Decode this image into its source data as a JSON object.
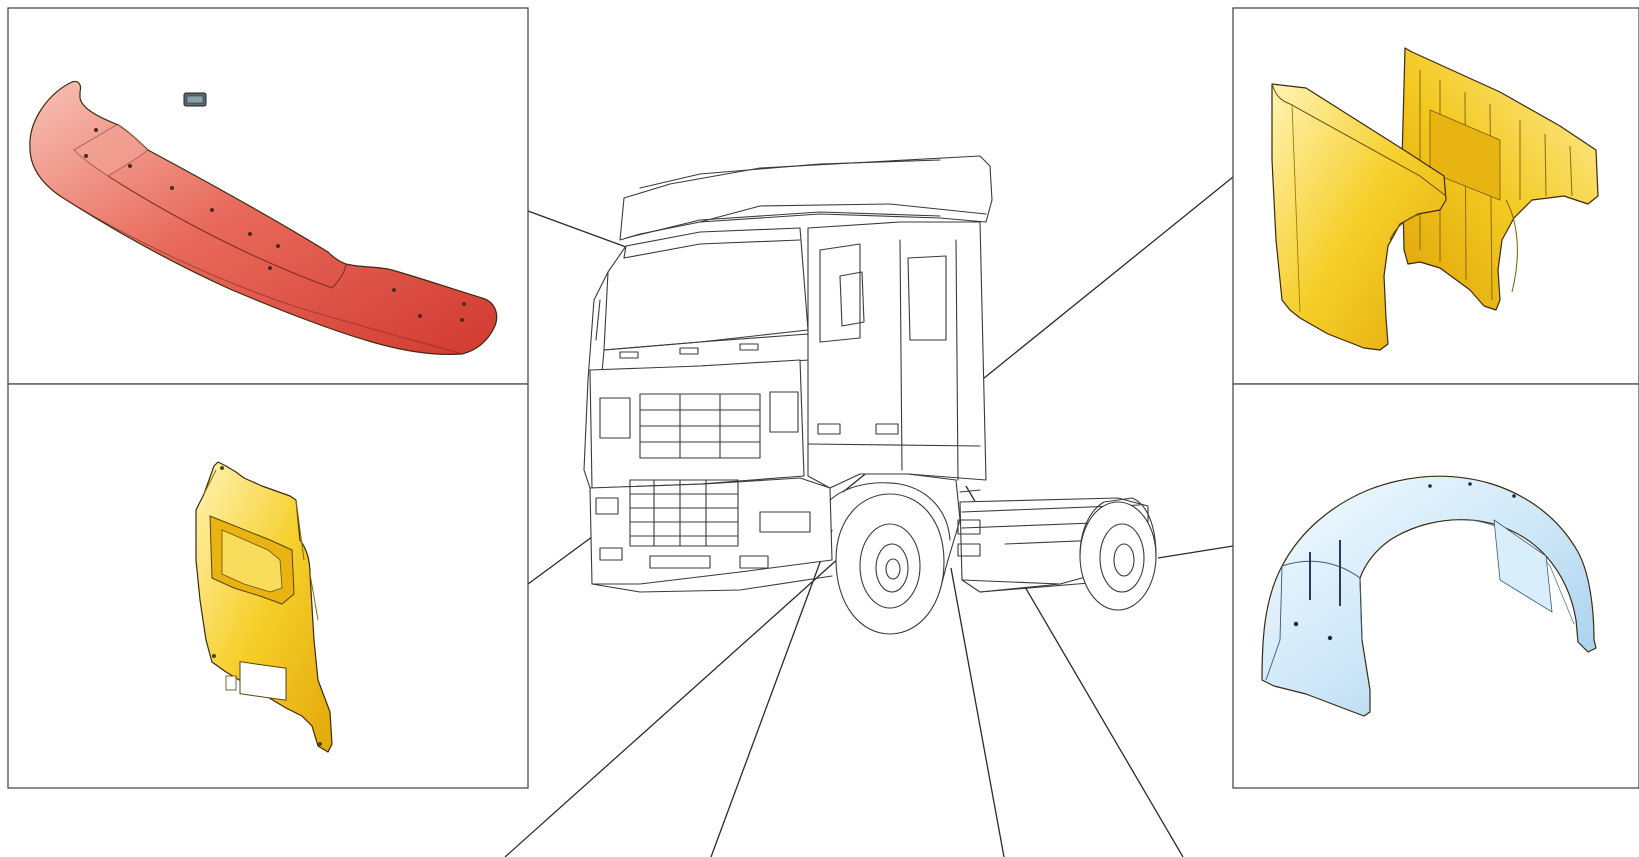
{
  "diagram": {
    "title": "",
    "labels": [],
    "components": [
      {
        "id": "roof-spoiler",
        "color": "#e0554a"
      },
      {
        "id": "front-corner-panel",
        "color": "#f0c419"
      },
      {
        "id": "cab-side-skirt",
        "color": "#f0c419"
      },
      {
        "id": "rear-wheel-mudguard",
        "color": "#bfe0f4"
      }
    ]
  },
  "colors": {
    "spoiler_light": "#f6b3a6",
    "spoiler_dark": "#d63c33",
    "yellow_light": "#fff1a8",
    "yellow_dark": "#e6ae0c",
    "blue_light": "#eef7fd",
    "blue_dark": "#9ccbec"
  }
}
